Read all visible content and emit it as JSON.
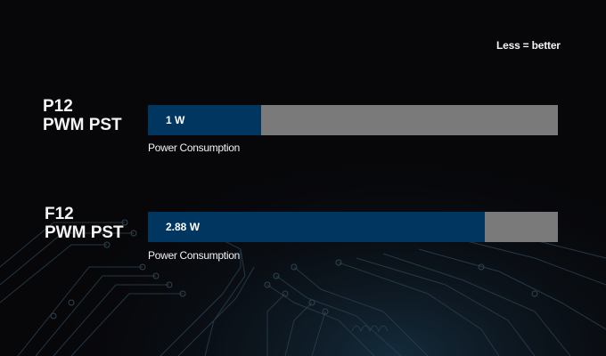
{
  "note": "Less = better",
  "rows": [
    {
      "name_line1": "P12",
      "name_line2": "PWM PST",
      "value_label": "1 W",
      "caption": "Power Consumption",
      "fill_pct": 27.6
    },
    {
      "name_line1": "F12",
      "name_line2": "PWM PST",
      "value_label": "2.88 W",
      "caption": "Power Consumption",
      "fill_pct": 82.2
    }
  ],
  "colors": {
    "bar_fill": "#003660",
    "bar_track": "#7a7a7a",
    "background": "#07070a"
  },
  "chart_data": {
    "type": "bar",
    "orientation": "horizontal",
    "title": "",
    "annotation": "Less = better",
    "categories": [
      "P12 PWM PST",
      "F12 PWM PST"
    ],
    "values": [
      1,
      2.88
    ],
    "unit": "W",
    "xlabel": "Power Consumption",
    "ylabel": "",
    "xlim": [
      0,
      3.5
    ],
    "grid": false,
    "legend": null
  }
}
